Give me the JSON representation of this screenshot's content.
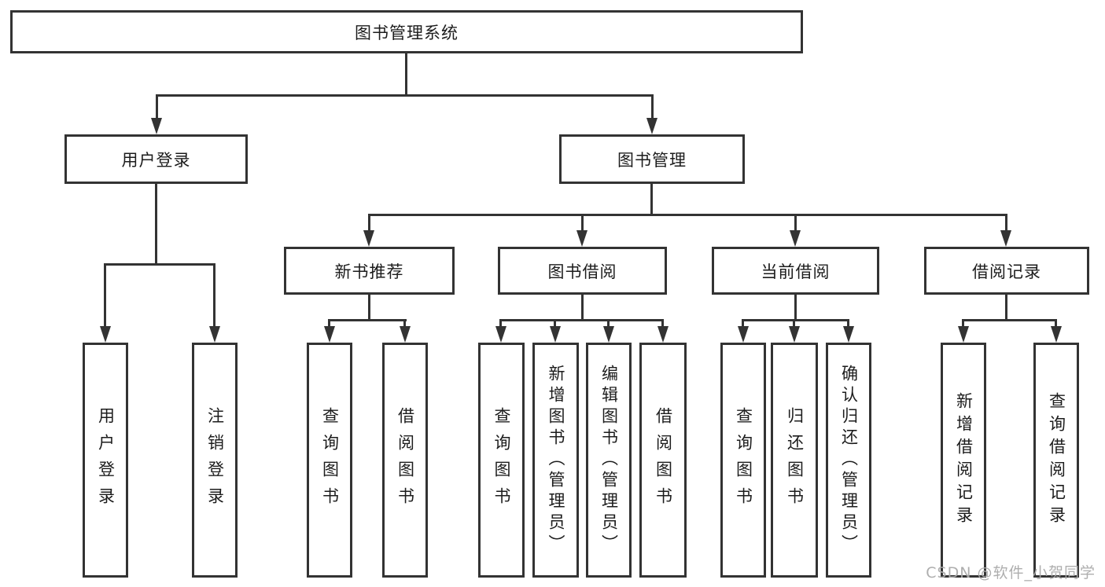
{
  "colors": {
    "line": "#333333",
    "text": "#1c1c1c",
    "background": "#ffffff",
    "watermark": "#aaaaaa"
  },
  "diagram_type": "hierarchy-tree",
  "nodes": {
    "root": {
      "label": "图书管理系统"
    },
    "level2": [
      {
        "label": "用户登录"
      },
      {
        "label": "图书管理"
      }
    ],
    "level3": [
      {
        "label": "新书推荐",
        "parent": "图书管理"
      },
      {
        "label": "图书借阅",
        "parent": "图书管理"
      },
      {
        "label": "当前借阅",
        "parent": "图书管理"
      },
      {
        "label": "借阅记录",
        "parent": "图书管理"
      }
    ],
    "leaves": [
      {
        "label": "用户登录",
        "parent": "用户登录"
      },
      {
        "label": "注销登录",
        "parent": "用户登录"
      },
      {
        "label": "查询图书",
        "parent": "新书推荐"
      },
      {
        "label": "借阅图书",
        "parent": "新书推荐"
      },
      {
        "label": "查询图书",
        "parent": "图书借阅"
      },
      {
        "label": "新增图书（管理员）",
        "parent": "图书借阅"
      },
      {
        "label": "编辑图书（管理员）",
        "parent": "图书借阅"
      },
      {
        "label": "借阅图书",
        "parent": "图书借阅"
      },
      {
        "label": "查询图书",
        "parent": "当前借阅"
      },
      {
        "label": "归还图书",
        "parent": "当前借阅"
      },
      {
        "label": "确认归还（管理员）",
        "parent": "当前借阅"
      },
      {
        "label": "新增借阅记录",
        "parent": "借阅记录"
      },
      {
        "label": "查询借阅记录",
        "parent": "借阅记录"
      }
    ]
  },
  "watermark": {
    "text": "CSDN @软件_小贺同学"
  }
}
